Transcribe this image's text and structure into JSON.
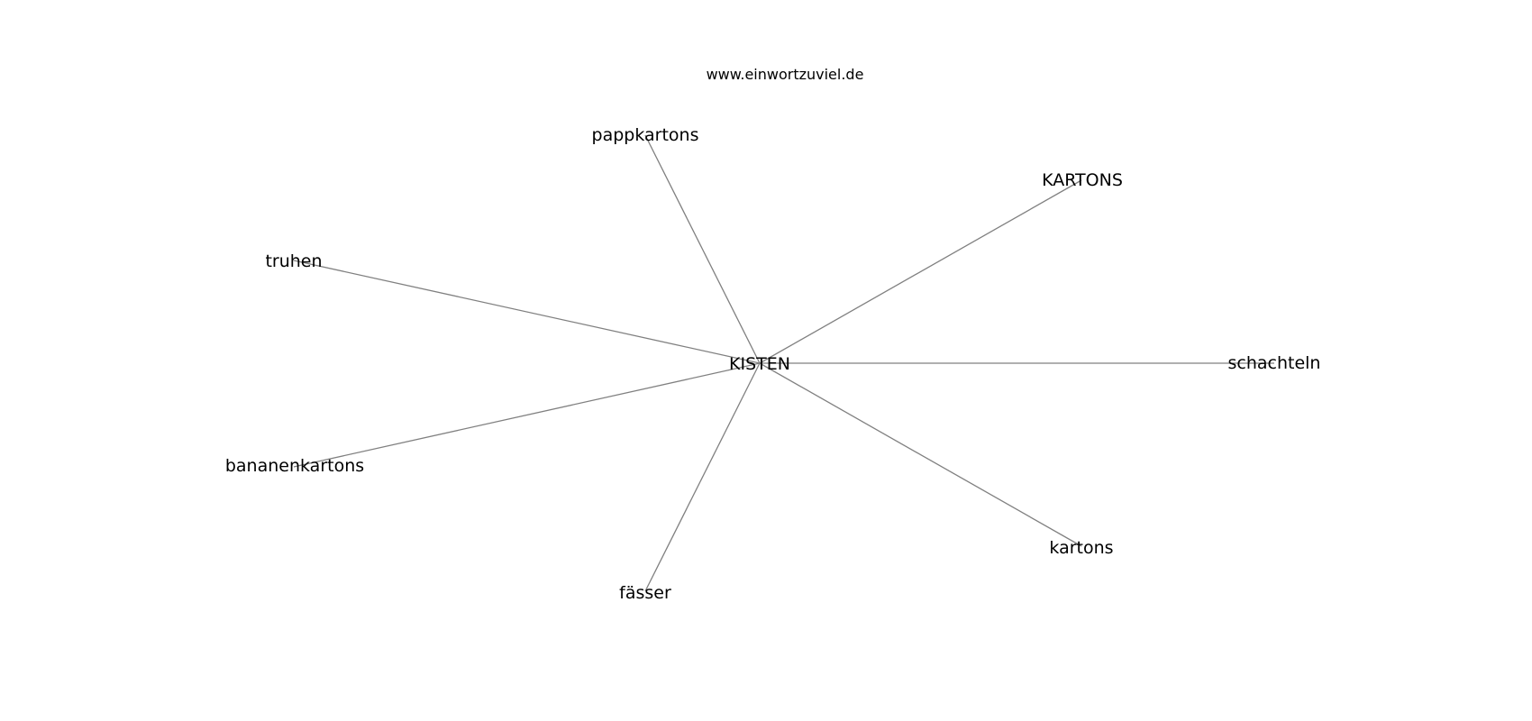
{
  "site_title": "www.einwortzuviel.de",
  "colors": {
    "edge": "#808080",
    "text": "#000000",
    "background": "#ffffff"
  },
  "graph": {
    "center": "KISTEN",
    "neighbors": [
      "pappkartons",
      "KARTONS",
      "truhen",
      "schachteln",
      "bananenkartons",
      "kartons",
      "fässer"
    ]
  }
}
